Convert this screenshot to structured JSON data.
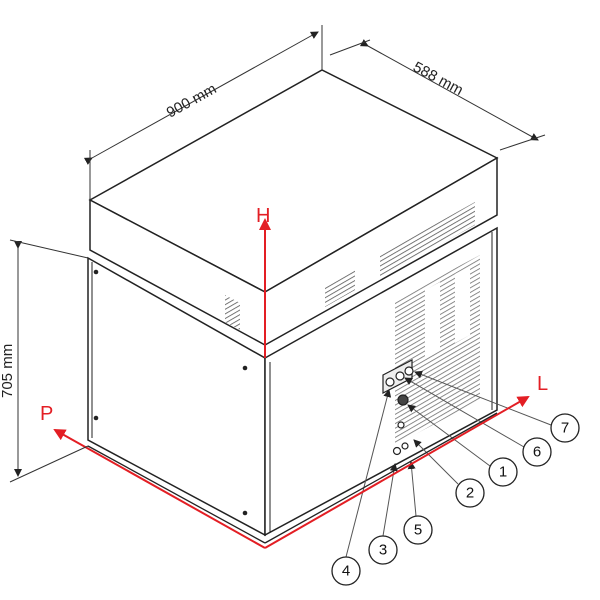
{
  "dimensions": {
    "width": "900 mm",
    "depth": "588 mm",
    "height": "705 mm"
  },
  "axes": {
    "height": "H",
    "length": "L",
    "depth": "P"
  },
  "callouts": [
    "7",
    "6",
    "1",
    "2",
    "5",
    "3",
    "4"
  ],
  "colors": {
    "axis": "#e31e24",
    "line": "#222222",
    "vent": "#555555"
  }
}
